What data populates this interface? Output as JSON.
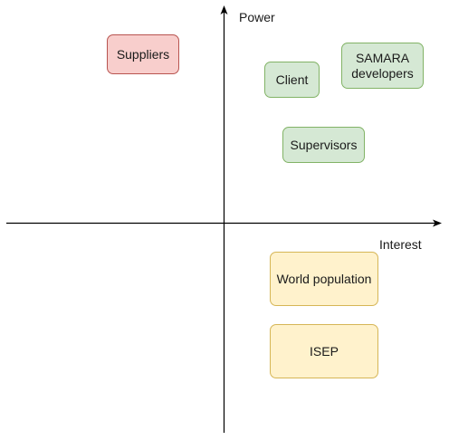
{
  "axes": {
    "y_label": "Power",
    "x_label": "Interest"
  },
  "stakeholders": [
    {
      "label": "Suppliers",
      "color_group": "red"
    },
    {
      "label": "Client",
      "color_group": "green"
    },
    {
      "label": "SAMARA developers",
      "color_group": "green"
    },
    {
      "label": "Supervisors",
      "color_group": "green"
    },
    {
      "label": "World population",
      "color_group": "yellow"
    },
    {
      "label": "ISEP",
      "color_group": "yellow"
    }
  ],
  "colors": {
    "red_fill": "#f8cecc",
    "red_stroke": "#b85450",
    "green_fill": "#d5e8d4",
    "green_stroke": "#82b366",
    "yellow_fill": "#fff2cc",
    "yellow_stroke": "#d6b656"
  }
}
